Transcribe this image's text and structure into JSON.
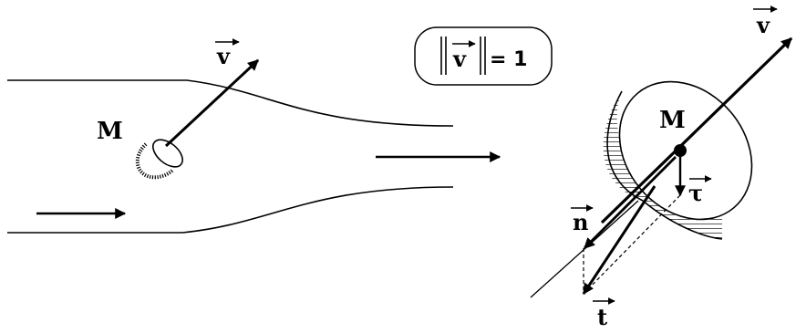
{
  "labels": {
    "v_left": "v",
    "m_left": "M",
    "norm_v": "v",
    "norm_rhs": "= 1",
    "v_right": "v",
    "m_right": "M",
    "tau": "τ",
    "n": "n",
    "t": "t"
  },
  "colors": {
    "ink": "#000000",
    "background": "#ffffff"
  }
}
